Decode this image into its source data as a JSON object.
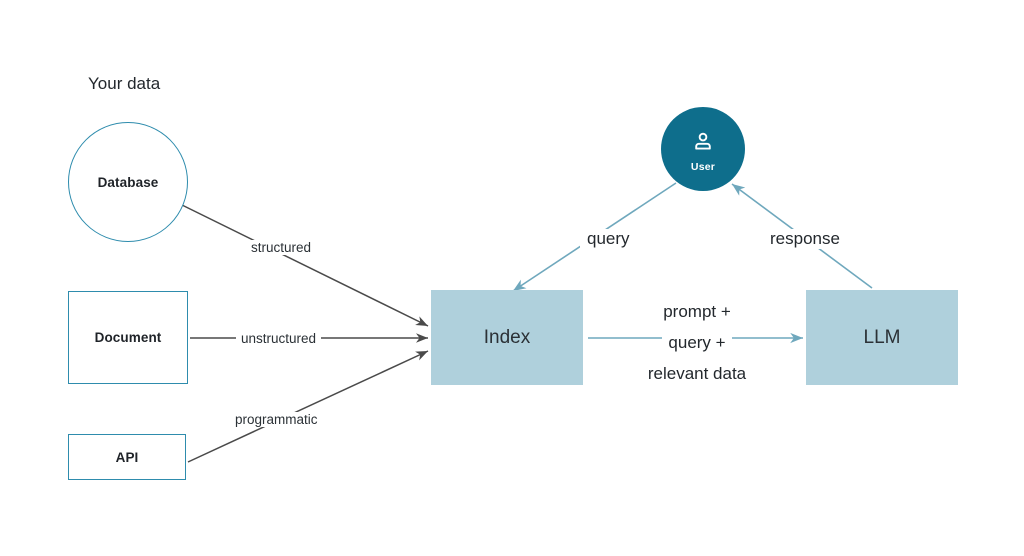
{
  "diagram": {
    "title_text": "Your data",
    "colors": {
      "accent_teal": "#0E6E8C",
      "node_fill": "#AFD0DC",
      "outline": "#2E8CAD",
      "arrow_gray": "#4a4a4a",
      "arrow_blue": "#6FA8BD",
      "text": "#23282d",
      "background": "#ffffff"
    },
    "sources": [
      {
        "id": "database",
        "label": "Database",
        "shape": "circle"
      },
      {
        "id": "document",
        "label": "Document",
        "shape": "rectangle"
      },
      {
        "id": "api",
        "label": "API",
        "shape": "rectangle"
      }
    ],
    "source_edge_labels": [
      {
        "id": "structured",
        "label": "structured",
        "from": "database",
        "to": "index"
      },
      {
        "id": "unstructured",
        "label": "unstructured",
        "from": "document",
        "to": "index"
      },
      {
        "id": "programmatic",
        "label": "programmatic",
        "from": "api",
        "to": "index"
      }
    ],
    "process_nodes": [
      {
        "id": "index",
        "label": "Index"
      },
      {
        "id": "llm",
        "label": "LLM"
      }
    ],
    "user": {
      "label": "User",
      "icon": "user-person-icon"
    },
    "flow_edges": [
      {
        "id": "query",
        "label": "query",
        "from": "user",
        "to": "index"
      },
      {
        "id": "response",
        "label": "response",
        "from": "llm",
        "to": "user"
      }
    ],
    "index_to_llm_payload": {
      "lines": [
        "prompt +",
        "query +",
        "relevant data"
      ],
      "from": "index",
      "to": "llm"
    }
  }
}
